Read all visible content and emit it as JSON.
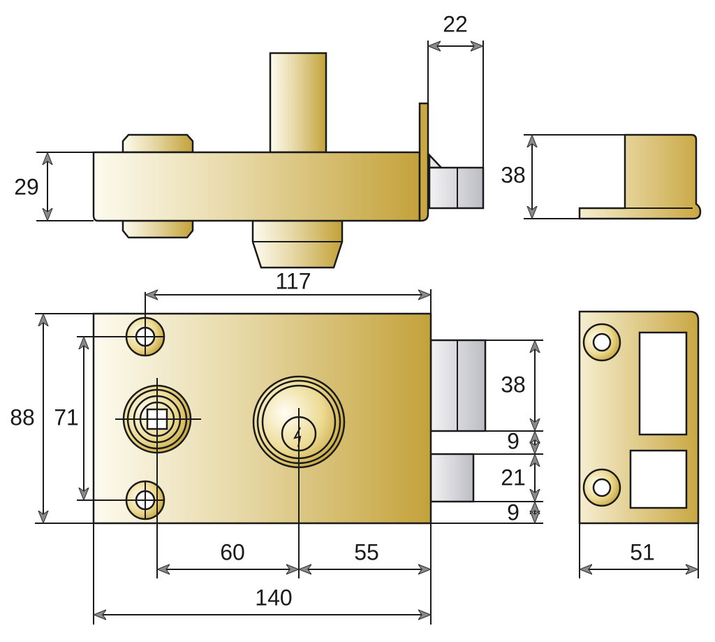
{
  "colors": {
    "brass_light": "#fdfbef",
    "brass_dark": "#c4a23a",
    "steel_light": "#f3f3f5",
    "steel_dark": "#bcbcc4",
    "line": "#1a1a1a",
    "arrow": "#8a8a8a"
  },
  "dimensions": {
    "top_view": {
      "bolt_throw": "22",
      "body_thickness": "29"
    },
    "strike_side": {
      "height": "38"
    },
    "front_view": {
      "fixing_centres_width": "117",
      "overall_height": "88",
      "fixing_centres_height": "71",
      "knob_to_cylinder": "60",
      "cylinder_to_edge": "55",
      "overall_width": "140",
      "bolt_height": "38",
      "gap_top": "9",
      "latch_height": "21",
      "gap_bottom": "9"
    },
    "strike_front": {
      "width": "51"
    }
  }
}
